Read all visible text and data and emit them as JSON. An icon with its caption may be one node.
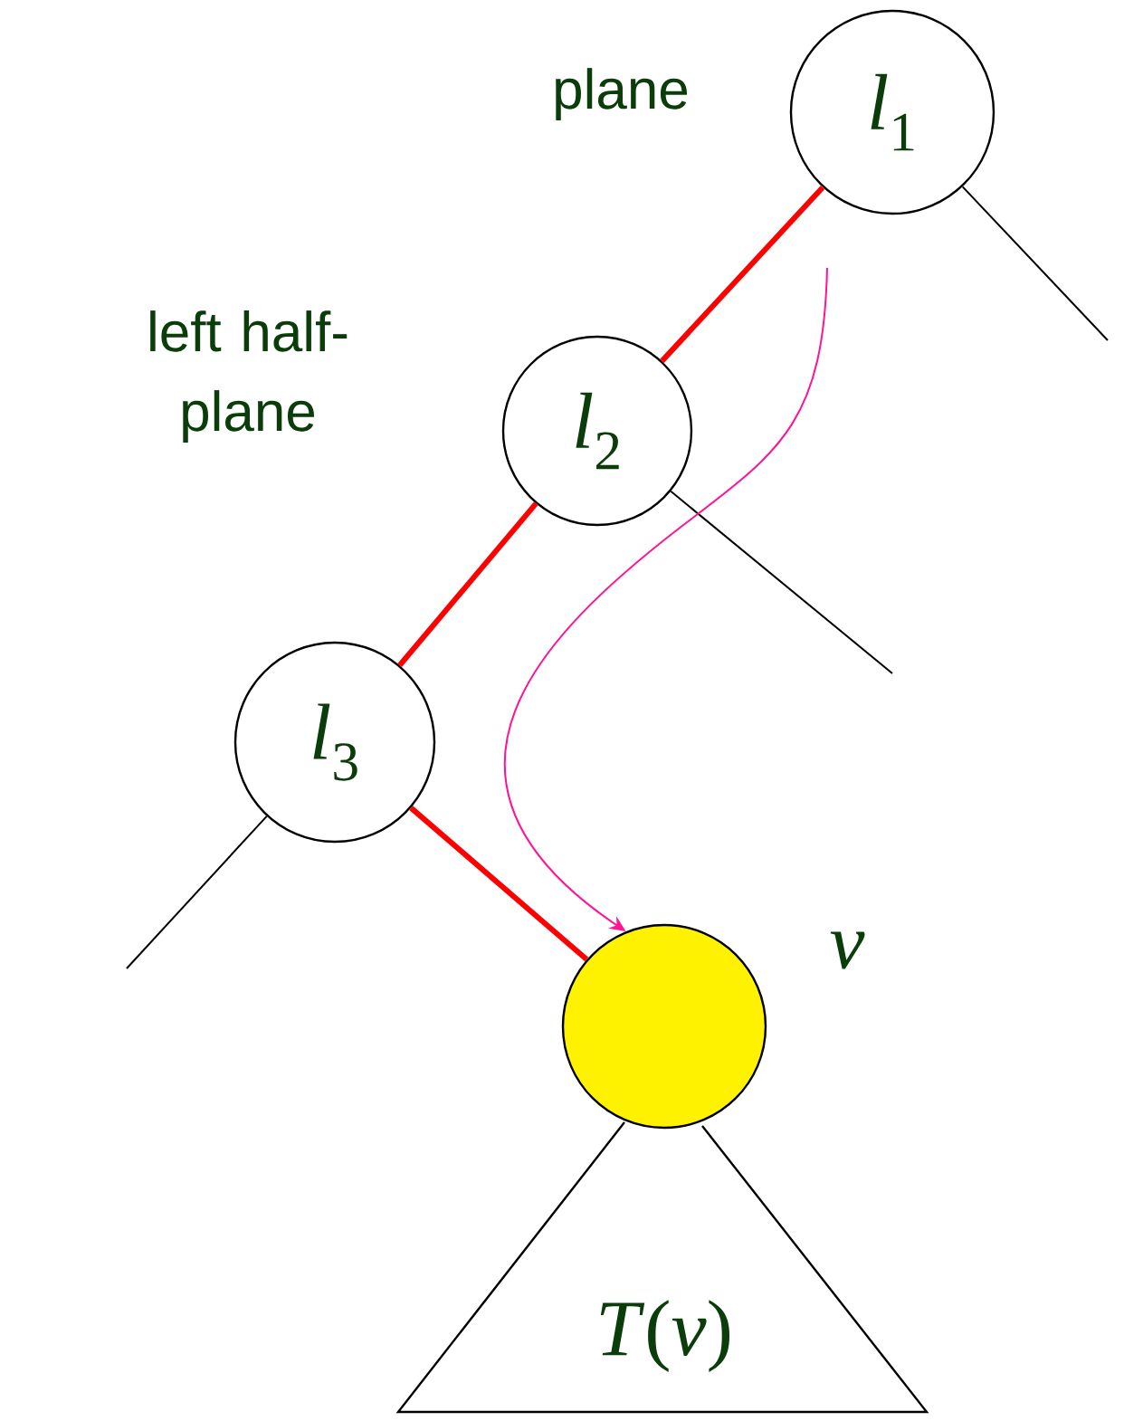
{
  "diagram": {
    "nodes": [
      {
        "text": [
          "*l*$_{1}$"
        ],
        "beside": [
          "plane"
        ]
      },
      {
        "text": [
          "*l*$_{2}$"
        ],
        "beside": [
          "left half-plane"
        ]
      },
      {
        "text": [
          "*l*$_{3}$"
        ]
      },
      {
        "text": [],
        "shape": "circle",
        "beside": [
          "*v*"
        ]
      },
      {
        "text": [
          "*T*(*v*)"
        ]
      }
    ],
    "edges": [
      {
        "from": 0,
        "to": 1,
        "arrow": "none",
        "style": "thick",
        "color": "#ff0000"
      },
      {
        "from": 1,
        "to": 2,
        "arrow": "none",
        "style": "thick",
        "color": "#ff0000"
      },
      {
        "from": 2,
        "to": 3,
        "arrow": "none",
        "style": "thick",
        "color": "#ff0000"
      },
      {
        "from": 0,
        "to": null,
        "arrow": "none",
        "color": "#000000"
      },
      {
        "from": 1,
        "to": null,
        "arrow": "none",
        "color": "#000000"
      },
      {
        "from": 2,
        "to": null,
        "arrow": "none",
        "color": "#000000"
      },
      {
        "from": null,
        "to": 3,
        "arrow": "to",
        "color": "#ff1493"
      }
    ]
  }
}
